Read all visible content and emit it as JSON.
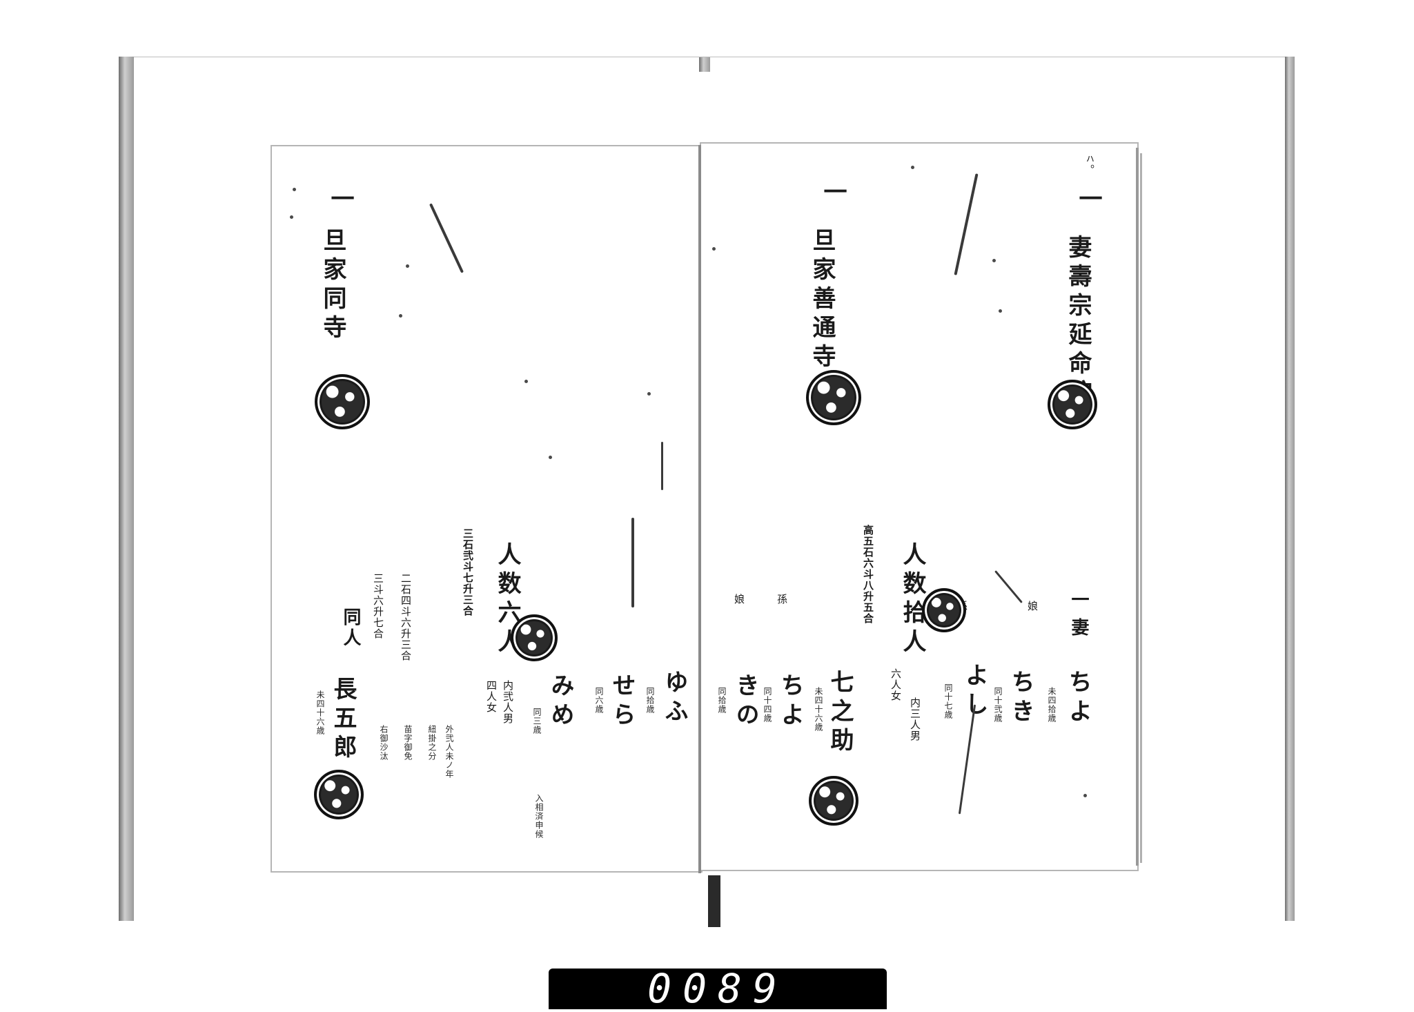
{
  "document": {
    "frame_number": "0089",
    "right_page": {
      "col1_marker": "ㇵ。",
      "col1_head": "一",
      "col1_name": "妻壽宗延命院",
      "col2_head": "一",
      "col2_name": "旦家善通寺",
      "col3_head": "一",
      "col3_label": "妻",
      "col3_name_a": "ちよ",
      "col3_note_a": "未四拾歳",
      "col3_name_b": "ちき",
      "col3_note_b": "同十弐歳",
      "col3_name_c": "よし",
      "col3_note_c": "同十七歳",
      "col4_label_a": "娘",
      "col4_label_b": "孫",
      "col4_label_c": "孫",
      "col4_label_d": "娘",
      "col5_name": "七之助",
      "col5_note": "未四十六歳",
      "col5_name_b": "ちよ",
      "col5_note_b": "同十四歳",
      "col5_name_c": "きの",
      "col5_note_c": "同拾歳",
      "col6_total": "人数拾人",
      "col6_breakdown_a": "内三人男",
      "col6_breakdown_b": "六人女",
      "col7_label": "高五石六斗八升五合"
    },
    "left_page": {
      "col1_head": "一",
      "col1_name": "旦家同寺",
      "col2_label": "同人",
      "col2_name": "長五郎",
      "col2_note": "未四十六歳",
      "col3_lines": [
        "三石弐斗七升三合",
        "二石四斗六升三合",
        "三斗六升七合"
      ],
      "col4_total": "人数六人",
      "col4_breakdown_a": "内弐人男",
      "col4_breakdown_b": "四人女",
      "col5_names": [
        "ゆふ",
        "せら",
        "みめ"
      ],
      "col5_notes": [
        "同拾歳",
        "同六歳",
        "同三歳"
      ],
      "col6_notes": [
        "外弐人未ノ年",
        "紐掛之分",
        "苗字御免",
        "右御沙汰",
        "入相済申候"
      ]
    }
  }
}
